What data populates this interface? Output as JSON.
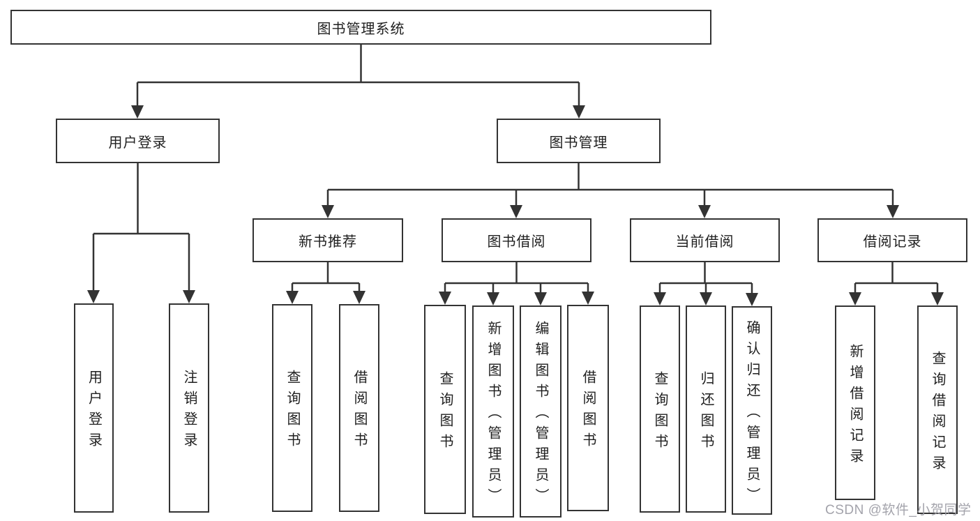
{
  "colors": {
    "line": "#333333",
    "box_border": "#333333",
    "text": "#1f1f1f",
    "watermark": "#9e9ea6",
    "background": "#ffffff"
  },
  "watermark": "CSDN @软件_小贺同学",
  "tree": {
    "root": "图书管理系统",
    "user_login": {
      "label": "用户登录",
      "children": [
        "用户登录",
        "注销登录"
      ]
    },
    "book_management": {
      "label": "图书管理",
      "sections": {
        "new_book_recommend": {
          "label": "新书推荐",
          "children": [
            "查询图书",
            "借阅图书"
          ]
        },
        "book_borrowing": {
          "label": "图书借阅",
          "children": [
            "查询图书",
            "新增图书（管理员）",
            "编辑图书（管理员）",
            "借阅图书"
          ]
        },
        "current_borrowing": {
          "label": "当前借阅",
          "children": [
            "查询图书",
            "归还图书",
            "确认归还（管理员）"
          ]
        },
        "borrowing_records": {
          "label": "借阅记录",
          "children": [
            "新增借阅记录",
            "查询借阅记录"
          ]
        }
      }
    }
  }
}
